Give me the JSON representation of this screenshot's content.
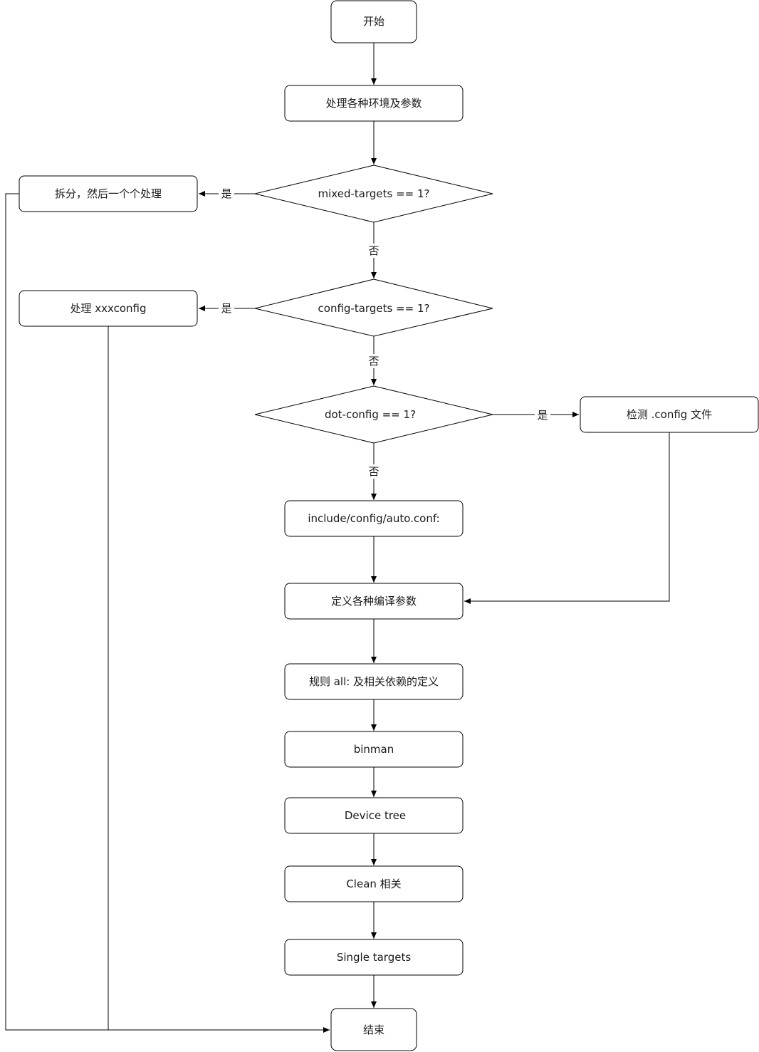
{
  "nodes": {
    "start": "开始",
    "setup": "处理各种环境及参数",
    "mixed_check": "mixed-targets == 1?",
    "split": "拆分，然后一个个处理",
    "config_check": "config-targets == 1?",
    "handle_config": "处理 xxxconfig",
    "dot_check": "dot-config == 1?",
    "detect_config": "检测 .config 文件",
    "auto_conf": "include/config/auto.conf:",
    "define_params": "定义各种编译参数",
    "rule_all": "规则 all: 及相关依赖的定义",
    "binman": "binman",
    "device_tree": "Device tree",
    "clean": "Clean 相关",
    "single_targets": "Single targets",
    "end": "结束"
  },
  "labels": {
    "yes": "是",
    "no": "否"
  }
}
